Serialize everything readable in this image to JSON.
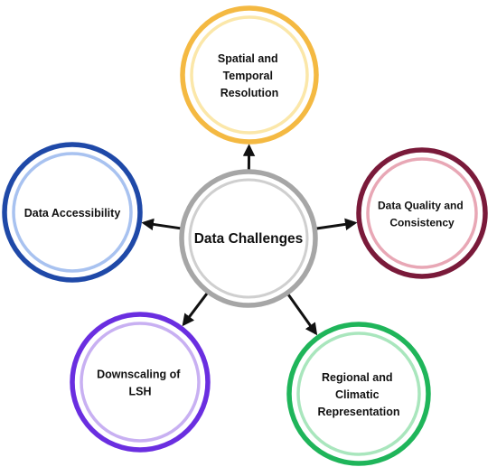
{
  "diagram": {
    "center": {
      "label": "Data Challenges",
      "outer_color": "#a6a6a6",
      "inner_color": "#cfcfcf"
    },
    "nodes": [
      {
        "id": "spatial-temporal",
        "lines": [
          "Spatial and",
          "Temporal",
          "Resolution"
        ],
        "outer_color": "#f4b942",
        "inner_color": "#fbe7a9"
      },
      {
        "id": "data-quality",
        "lines": [
          "Data Quality and",
          "Consistency"
        ],
        "outer_color": "#7a1a3a",
        "inner_color": "#e8a7b5"
      },
      {
        "id": "regional-climatic",
        "lines": [
          "Regional and",
          "Climatic",
          "Representation"
        ],
        "outer_color": "#1fb55a",
        "inner_color": "#a9e6bd"
      },
      {
        "id": "downscaling",
        "lines": [
          "Downscaling of",
          "LSH"
        ],
        "outer_color": "#6a2ee0",
        "inner_color": "#c8b0f2"
      },
      {
        "id": "data-accessibility",
        "lines": [
          "Data Accessibility"
        ],
        "outer_color": "#1f49a8",
        "inner_color": "#a8c2f0"
      }
    ],
    "arrow_color": "#111111"
  }
}
